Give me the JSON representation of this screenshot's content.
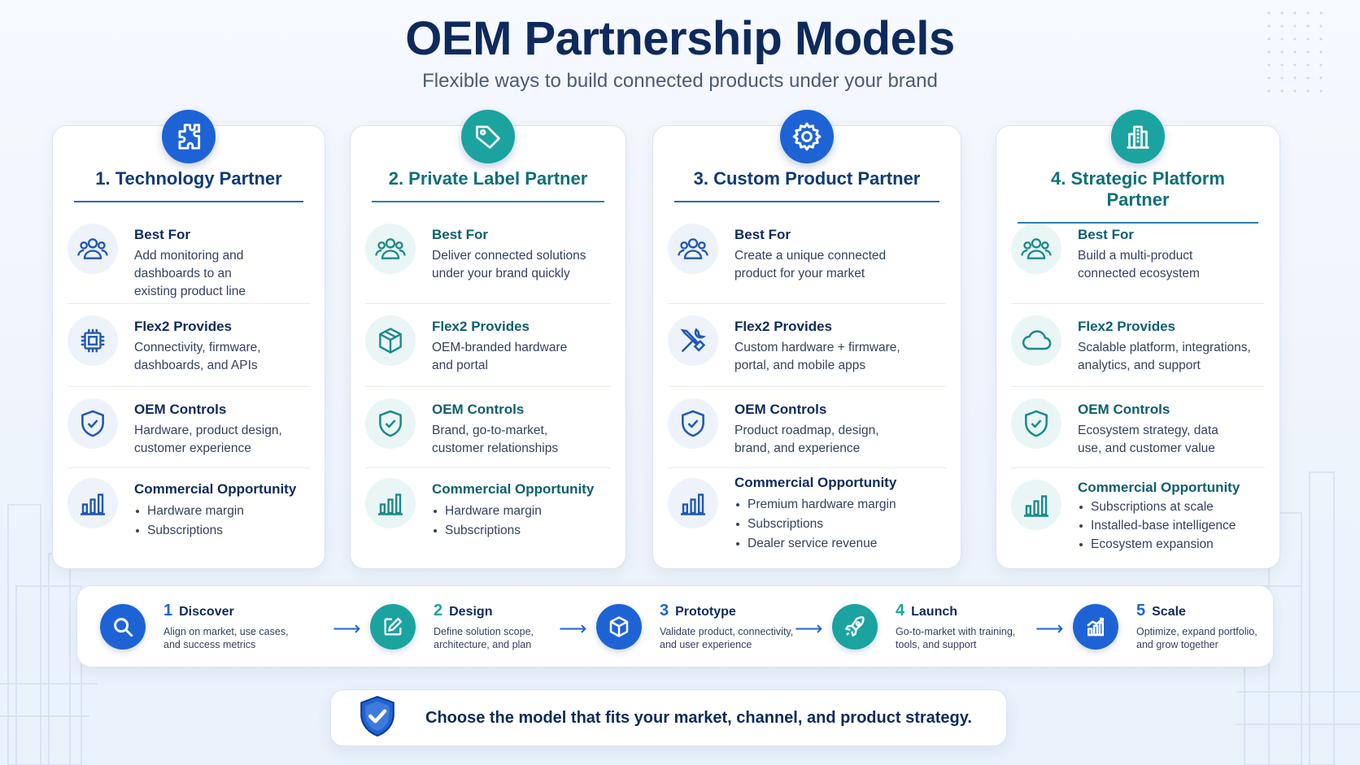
{
  "title": "OEM Partnership Models",
  "subtitle": "Flexible ways to build connected products under your brand",
  "colors": {
    "navy": "#0e2a5c",
    "blue": "#1e63d6",
    "teal": "#1ba3a0"
  },
  "cards": [
    {
      "title": "1. Technology Partner",
      "icon": "puzzle-icon",
      "best_for_head": "Best For",
      "best_for": "Add monitoring and dashboards to an existing product line",
      "provides_head": "Flex2 Provides",
      "provides": "Connectivity, firmware, dashboards, and APIs",
      "provides_icon": "chip-icon",
      "controls_head": "OEM Controls",
      "controls": "Hardware, product design, customer experience",
      "opportunity_head": "Commercial Opportunity",
      "opportunity": [
        "Hardware margin",
        "Subscriptions"
      ]
    },
    {
      "title": "2. Private Label Partner",
      "icon": "tag-icon",
      "best_for_head": "Best For",
      "best_for": "Deliver connected solutions under your brand quickly",
      "provides_head": "Flex2 Provides",
      "provides": "OEM-branded hardware and portal",
      "provides_icon": "box-icon",
      "controls_head": "OEM Controls",
      "controls": "Brand, go-to-market, customer relationships",
      "opportunity_head": "Commercial Opportunity",
      "opportunity": [
        "Hardware margin",
        "Subscriptions"
      ]
    },
    {
      "title": "3. Custom Product Partner",
      "icon": "gear-icon",
      "best_for_head": "Best For",
      "best_for": "Create a unique connected product for your market",
      "provides_head": "Flex2 Provides",
      "provides": "Custom hardware + firmware, portal, and mobile apps",
      "provides_icon": "tools-icon",
      "controls_head": "OEM Controls",
      "controls": "Product roadmap, design, brand, and experience",
      "opportunity_head": "Commercial Opportunity",
      "opportunity": [
        "Premium hardware margin",
        "Subscriptions",
        "Dealer service revenue"
      ]
    },
    {
      "title": "4. Strategic Platform Partner",
      "icon": "building-icon",
      "best_for_head": "Best For",
      "best_for": "Build a multi-product connected ecosystem",
      "provides_head": "Flex2 Provides",
      "provides": "Scalable platform, integrations, analytics, and support",
      "provides_icon": "cloud-icon",
      "controls_head": "OEM Controls",
      "controls": "Ecosystem strategy, data use, and customer value",
      "opportunity_head": "Commercial Opportunity",
      "opportunity": [
        "Subscriptions at scale",
        "Installed-base intelligence",
        "Ecosystem expansion"
      ]
    }
  ],
  "process": [
    {
      "num": "1",
      "label": "Discover",
      "text": "Align on market, use cases, and success metrics",
      "icon": "search-icon"
    },
    {
      "num": "2",
      "label": "Design",
      "text": "Define solution scope, architecture, and plan",
      "icon": "edit-icon"
    },
    {
      "num": "3",
      "label": "Prototype",
      "text": "Validate product, connectivity, and user experience",
      "icon": "cube-icon"
    },
    {
      "num": "4",
      "label": "Launch",
      "text": "Go-to-market with training, tools, and support",
      "icon": "rocket-icon"
    },
    {
      "num": "5",
      "label": "Scale",
      "text": "Optimize, expand portfolio, and grow together",
      "icon": "growth-chart-icon"
    }
  ],
  "footer": "Choose the model that fits your market, channel, and product strategy."
}
